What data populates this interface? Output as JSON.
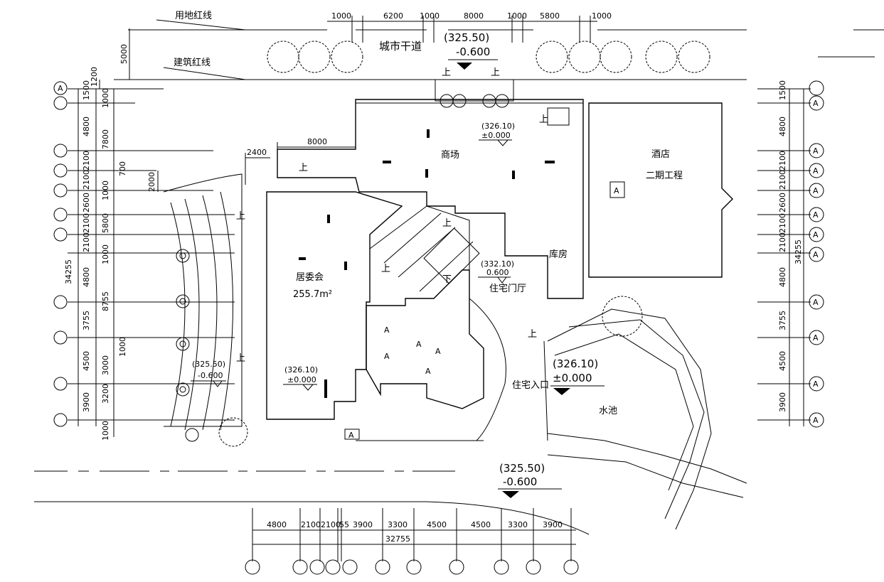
{
  "labels": {
    "site_red_line": "用地红线",
    "building_red_line": "建筑红线",
    "city_road": "城市干道",
    "mall": "商场",
    "hotel": "酒店",
    "phase_two": "二期工程",
    "committee": "居委会",
    "committee_area": "255.7m²",
    "storeroom": "库房",
    "residential_lobby": "住宅门厅",
    "residential_entrance": "住宅入口",
    "pond": "水池"
  },
  "elevations": {
    "road_top": {
      "absolute": "(325.50)",
      "relative": "-0.600"
    },
    "road_bottom": {
      "absolute": "(325.50)",
      "relative": "-0.600"
    },
    "left_plaza": {
      "absolute": "(325.50)",
      "relative": "-0.600"
    },
    "committee_floor": {
      "absolute": "(326.10)",
      "relative": "±0.000"
    },
    "mall_floor": {
      "absolute": "(326.10)",
      "relative": "±0.000"
    },
    "lobby_floor": {
      "absolute": "(332.10)",
      "relative": "0.600"
    },
    "entrance_plaza": {
      "absolute": "(326.10)",
      "relative": "±0.000"
    }
  },
  "marks": {
    "up": "上",
    "down": "下",
    "section_a": "A",
    "axis_a": "A"
  },
  "dimensions": {
    "top_row": [
      "1000",
      "6200",
      "1000",
      "8000",
      "1000",
      "5800",
      "1000"
    ],
    "top_setback": "5000",
    "top_offset": "1200",
    "mid_8000": "8000",
    "mid_2400": "2400",
    "mid_2000": "2000",
    "left_outer": [
      "1500",
      "4800",
      "2100",
      "2100",
      "2600",
      "2100",
      "2100",
      "4800",
      "3755",
      "4500",
      "3900"
    ],
    "left_inner": [
      "1000",
      "7800",
      "700",
      "1000",
      "5800",
      "1000",
      "8755",
      "1000",
      "3000",
      "3200",
      "1000"
    ],
    "left_total": "34255",
    "right_outer": [
      "1500",
      "4800",
      "2100",
      "2100",
      "2600",
      "2100",
      "2100",
      "4800",
      "3755",
      "4500",
      "3900"
    ],
    "right_total": "34255",
    "bottom_row": [
      "4800",
      "2100",
      "2100",
      "55",
      "3900",
      "3300",
      "4500",
      "4500",
      "3300",
      "3900"
    ],
    "bottom_total": "32755"
  }
}
